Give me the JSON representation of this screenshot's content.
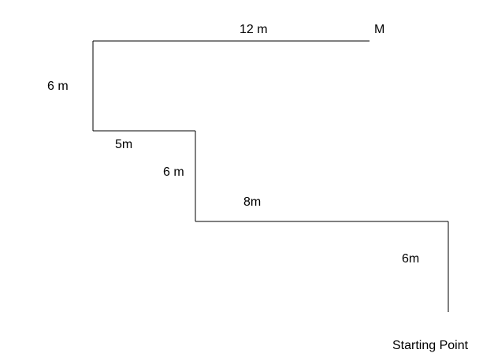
{
  "diagram": {
    "end_label": "M",
    "start_label": "Starting Point",
    "segments": [
      {
        "label": "6m"
      },
      {
        "label": "8m"
      },
      {
        "label": "6 m"
      },
      {
        "label": "5m"
      },
      {
        "label": "6 m"
      },
      {
        "label": "12 m"
      }
    ],
    "line_color": "#000000"
  }
}
